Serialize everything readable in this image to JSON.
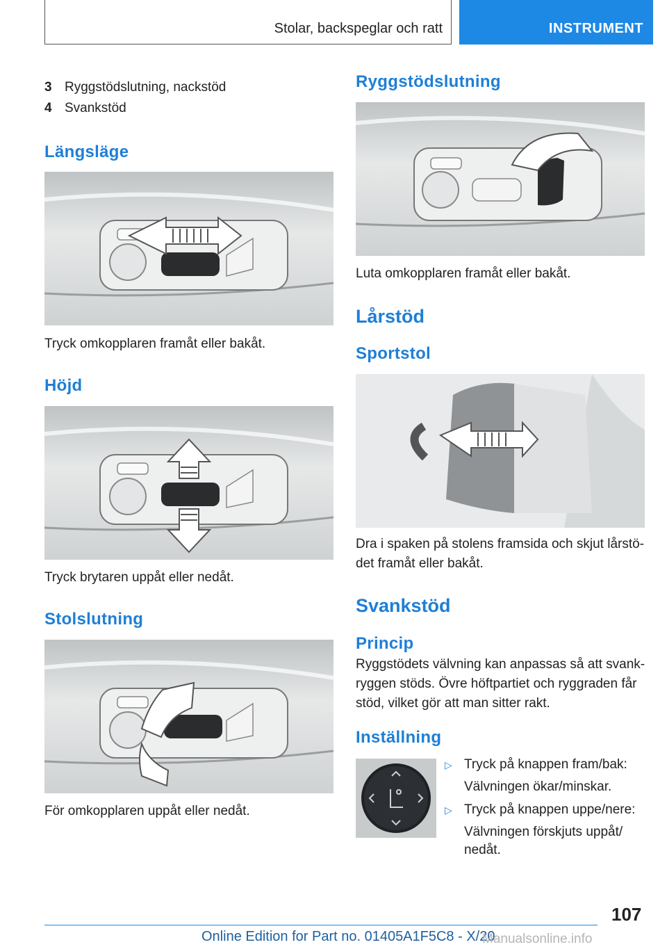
{
  "header": {
    "section": "Stolar, backspeglar och ratt",
    "chapter": "INSTRUMENT"
  },
  "left": {
    "list": [
      {
        "num": "3",
        "text": "Ryggstödslutning, nackstöd"
      },
      {
        "num": "4",
        "text": "Svankstöd"
      }
    ],
    "langslage": {
      "heading": "Längsläge",
      "caption": "Tryck omkopplaren framåt eller bakåt."
    },
    "hojd": {
      "heading": "Höjd",
      "caption": "Tryck brytaren uppåt eller nedåt."
    },
    "stolslutning": {
      "heading": "Stolslutning",
      "caption": "För omkopplaren uppåt eller nedåt."
    }
  },
  "right": {
    "ryggstodslutning": {
      "heading": "Ryggstödslutning",
      "caption": "Luta omkopplaren framåt eller bakåt."
    },
    "larstod": {
      "heading": "Lårstöd",
      "sub": "Sportstol",
      "caption_line1": "Dra i spaken på stolens framsida och skjut lårstö-",
      "caption_line2": "det framåt eller bakåt."
    },
    "svankstod": {
      "heading": "Svankstöd",
      "princip_heading": "Princip",
      "princip_line1": "Ryggstödets välvning kan anpassas så att svank-",
      "princip_line2": "ryggen stöds. Övre höftpartiet och ryggraden får",
      "princip_line3": "stöd, vilket gör att man sitter rakt.",
      "installning_heading": "Inställning",
      "bullets": [
        {
          "marker": "▷",
          "text": "Tryck på knappen fram/bak:",
          "sub": "Välvningen ökar/minskar."
        },
        {
          "marker": "▷",
          "text": "Tryck på knappen uppe/nere:",
          "sub_line1": "Välvningen förskjuts uppåt/",
          "sub_line2": "nedåt."
        }
      ]
    }
  },
  "footer": {
    "page": "107",
    "edition": "Online Edition for Part no. 01405A1F5C8 - X/20",
    "watermark": "Manualsonline.info"
  },
  "colors": {
    "accent": "#1e88e5",
    "heading": "#1e7fd6"
  }
}
